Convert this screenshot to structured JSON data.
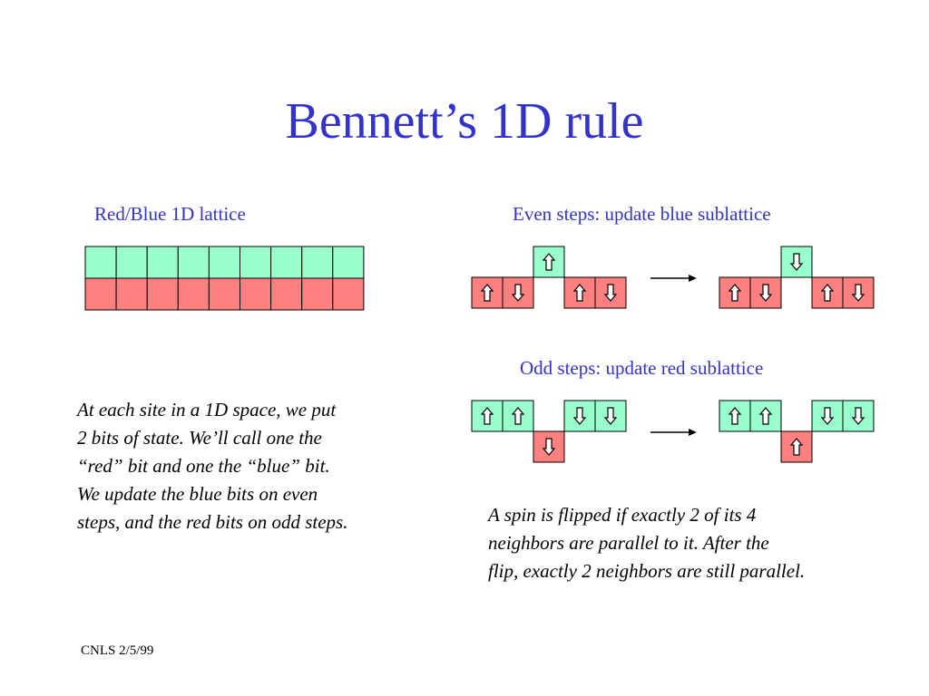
{
  "title": "Bennett’s 1D rule",
  "colors": {
    "title": "#3333cc",
    "label": "#3333cc",
    "blue_sublattice": "#99ffcc",
    "red_sublattice": "#ff8080",
    "outline": "#000000"
  },
  "lattice": {
    "label": "Red/Blue 1D lattice",
    "sites": 9,
    "rows": [
      "blue",
      "red"
    ]
  },
  "even": {
    "label": "Even steps:  update blue sublattice",
    "before": {
      "top": [
        null,
        null,
        "up",
        null,
        null
      ],
      "bottom": [
        "up",
        "down",
        null,
        "up",
        "down"
      ]
    },
    "after": {
      "top": [
        null,
        null,
        "down",
        null,
        null
      ],
      "bottom": [
        "up",
        "down",
        null,
        "up",
        "down"
      ]
    }
  },
  "odd": {
    "label": "Odd steps:  update red sublattice",
    "before": {
      "top": [
        "up",
        "up",
        null,
        "down",
        "down"
      ],
      "bottom": [
        null,
        null,
        "down",
        null,
        null
      ]
    },
    "after": {
      "top": [
        "up",
        "up",
        null,
        "down",
        "down"
      ],
      "bottom": [
        null,
        null,
        "up",
        null,
        null
      ]
    }
  },
  "left_text": [
    "At each site in a 1D space, we put",
    "2 bits of state.  We’ll call one the",
    "“red” bit and one the “blue” bit.",
    "We update the blue bits on even",
    "steps, and the red bits on odd steps."
  ],
  "right_text": [
    "A spin is flipped if exactly 2 of its 4",
    "neighbors are parallel to it.  After the",
    "flip, exactly 2 neighbors are still parallel."
  ],
  "footer": "CNLS  2/5/99"
}
